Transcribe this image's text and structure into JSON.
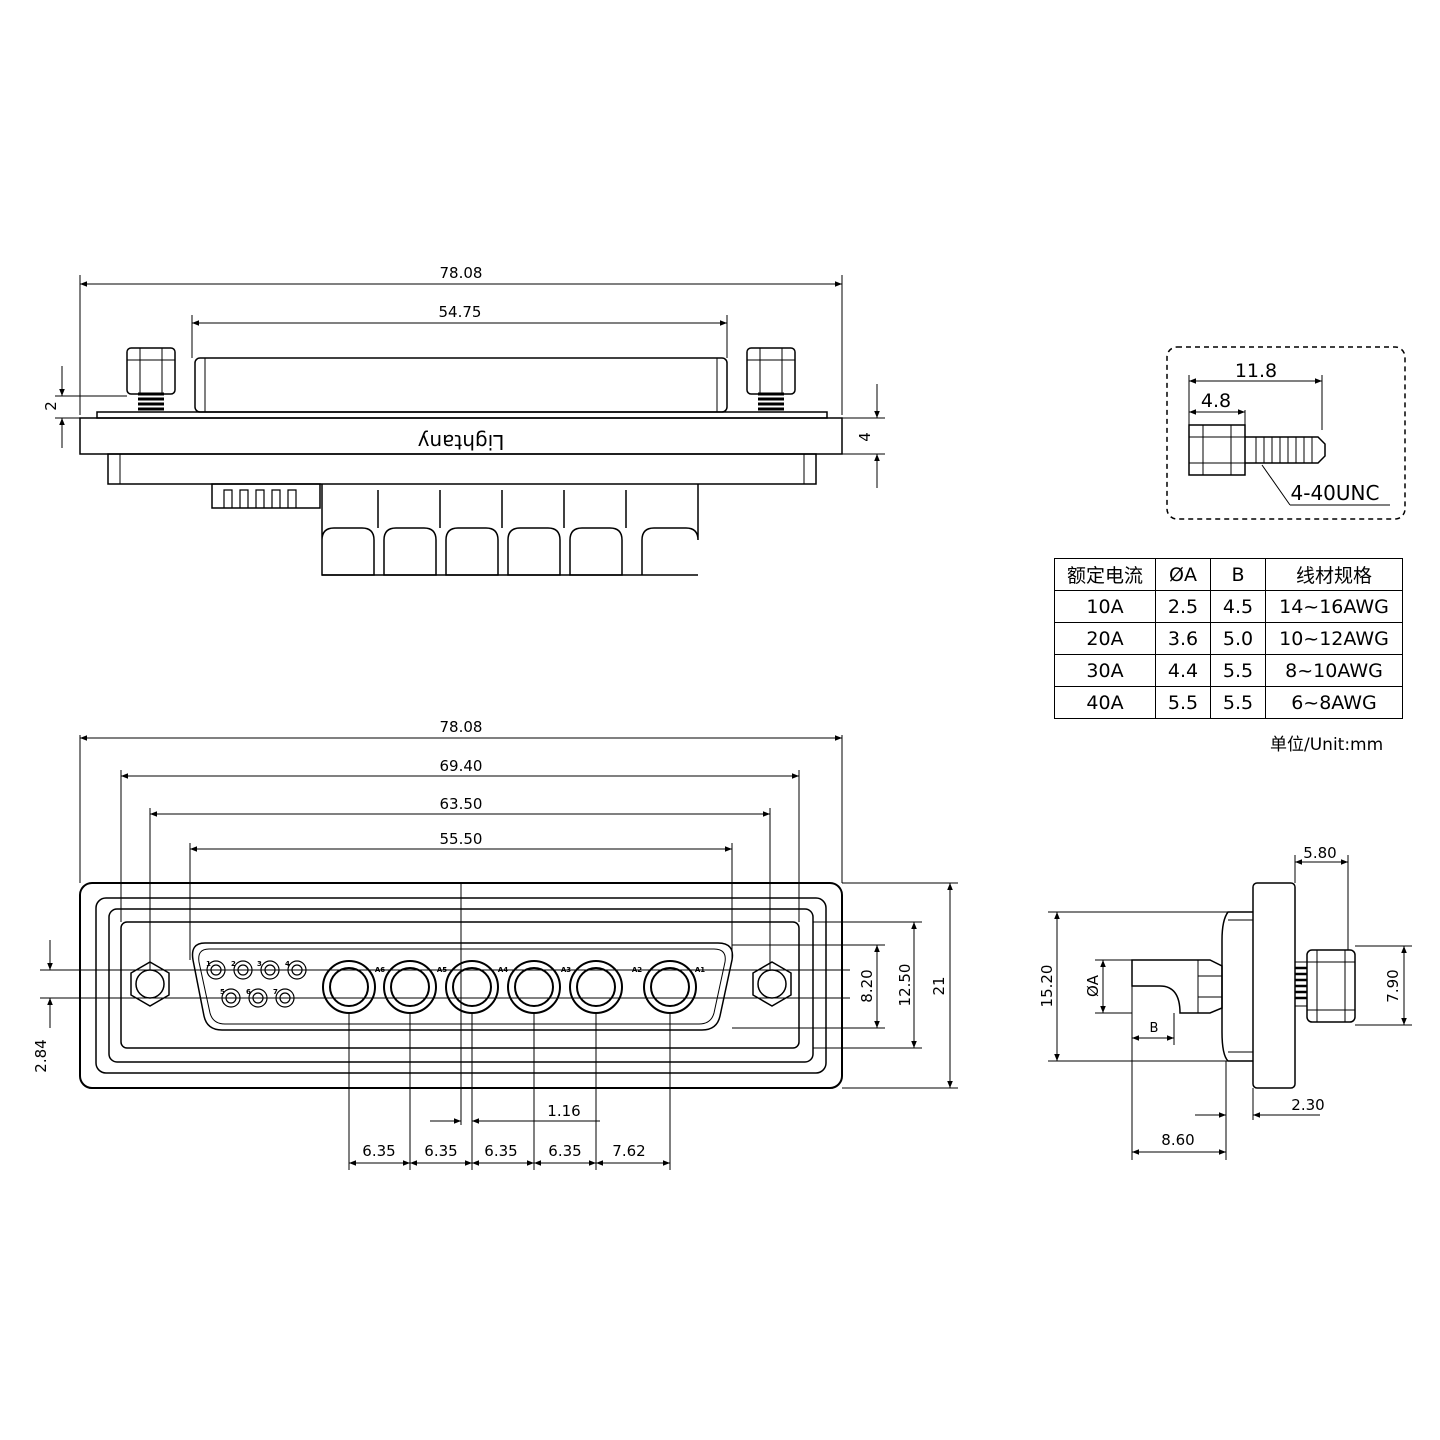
{
  "brand": "Lightany",
  "top_view": {
    "dims": {
      "overall_width": "78.08",
      "shell_width": "54.75",
      "screw_height": "2",
      "flange_thickness": "4"
    }
  },
  "screw_detail": {
    "dims": {
      "length": "11.8",
      "head": "4.8"
    },
    "thread": "4-40UNC"
  },
  "spec_table": {
    "headers": [
      "额定电流",
      "ØA",
      "B",
      "线材规格"
    ],
    "rows": [
      [
        "10A",
        "2.5",
        "4.5",
        "14~16AWG"
      ],
      [
        "20A",
        "3.6",
        "5.0",
        "10~12AWG"
      ],
      [
        "30A",
        "4.4",
        "5.5",
        "8~10AWG"
      ],
      [
        "40A",
        "5.5",
        "5.5",
        "6~8AWG"
      ]
    ],
    "unit_note": "单位/Unit:mm"
  },
  "front_view": {
    "dims": {
      "overall_width": "78.08",
      "mount_hole_pitch": "69.40",
      "inner_width": "63.50",
      "shell_width": "55.50",
      "height_inner": "8.20",
      "height_mid": "12.50",
      "height_overall": "21",
      "offset_left": "2.84",
      "offset_center": "1.16",
      "pitch_1": "6.35",
      "pitch_2": "6.35",
      "pitch_3": "6.35",
      "pitch_4": "6.35",
      "pitch_5": "7.62"
    },
    "contact_labels": [
      "A6",
      "A5",
      "A4",
      "A3",
      "A2",
      "A1"
    ],
    "signal_labels": [
      "1",
      "2",
      "3",
      "4",
      "5",
      "6",
      "7"
    ]
  },
  "side_view": {
    "dims": {
      "screw_length": "5.80",
      "body_height": "15.20",
      "hole_dia": "ØA",
      "hole_b": "B",
      "screw_dia": "7.90",
      "flange_offset": "2.30",
      "body_depth": "8.60"
    }
  }
}
